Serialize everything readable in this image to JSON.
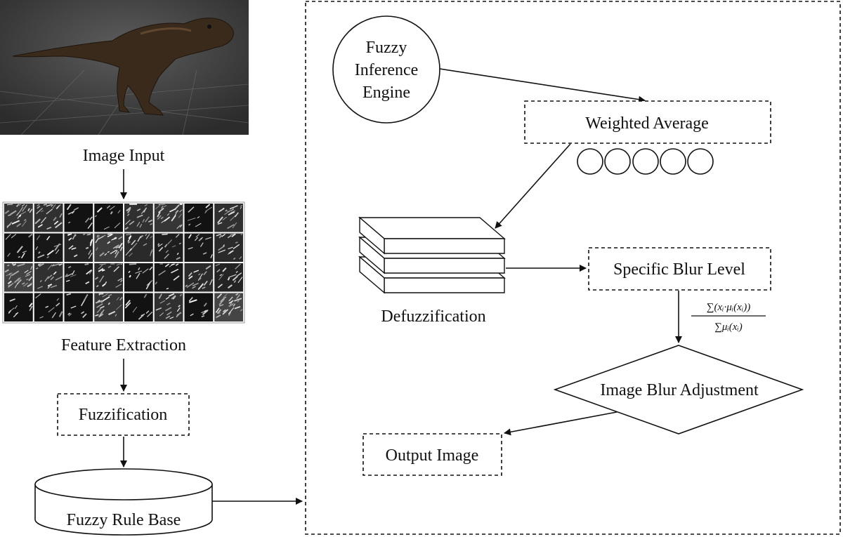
{
  "labels": {
    "image_input": "Image Input",
    "feature_extraction": "Feature Extraction",
    "fuzzification": "Fuzzification",
    "fuzzy_rule_base": "Fuzzy Rule Base",
    "fuzzy_engine_line1": "Fuzzy",
    "fuzzy_engine_line2": "Inference",
    "fuzzy_engine_line3": "Engine",
    "weighted_average": "Weighted Average",
    "defuzzification": "Defuzzification",
    "specific_blur_level": "Specific Blur Level",
    "image_blur_adjustment": "Image Blur Adjustment",
    "output_image": "Output Image"
  },
  "formula": {
    "numerator": "∑(xᵢ·μᵢ(xᵢ))",
    "denominator": "∑μᵢ(xᵢ)"
  },
  "feature_grid": {
    "rows": 4,
    "cols": 8,
    "tiles": [
      0.7,
      0.6,
      0.1,
      0.1,
      0.6,
      0.7,
      0.1,
      0.6,
      0.1,
      0.2,
      0.4,
      0.8,
      0.5,
      0.3,
      0.2,
      0.5,
      0.9,
      0.6,
      0.2,
      0.5,
      0.2,
      0.2,
      0.5,
      0.4,
      0.1,
      0.1,
      0.1,
      0.7,
      0.1,
      0.6,
      0.1,
      0.95
    ]
  }
}
